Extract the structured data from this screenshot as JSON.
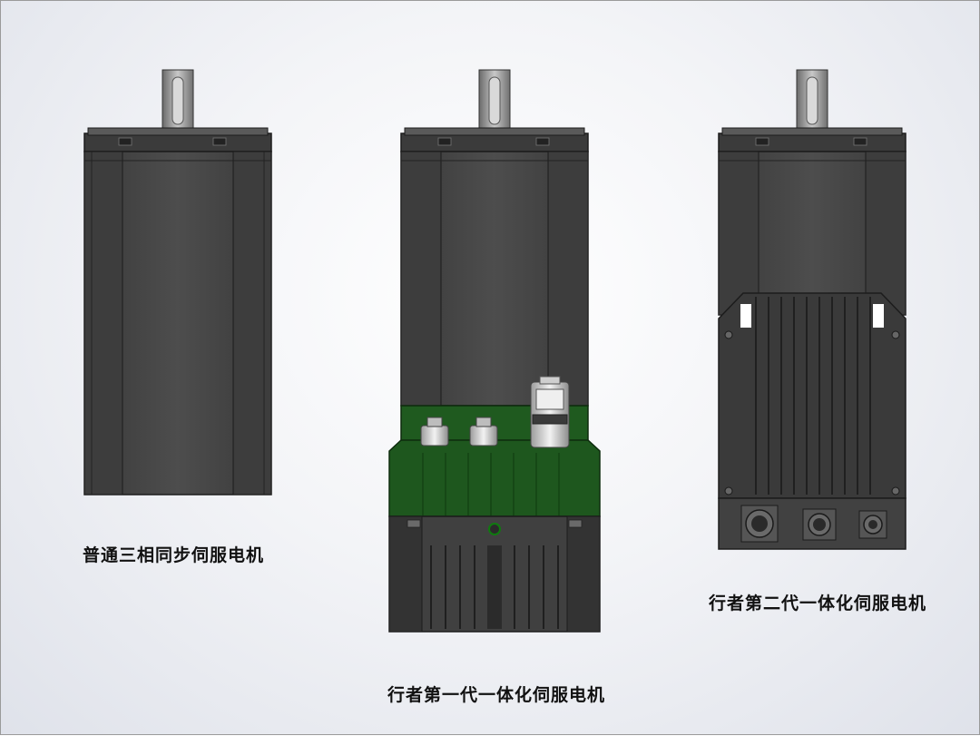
{
  "motors": [
    {
      "id": "standard",
      "label": "普通三相同步伺服电机"
    },
    {
      "id": "gen1",
      "label": "行者第一代一体化伺服电机"
    },
    {
      "id": "gen2",
      "label": "行者第二代一体化伺服电机"
    }
  ],
  "colors": {
    "motor_body": "#454545",
    "motor_edge": "#1c1c1c",
    "shaft": "#9a9a9a",
    "driver_board": "#1f5a1f",
    "connector": "#d8d8d8"
  }
}
